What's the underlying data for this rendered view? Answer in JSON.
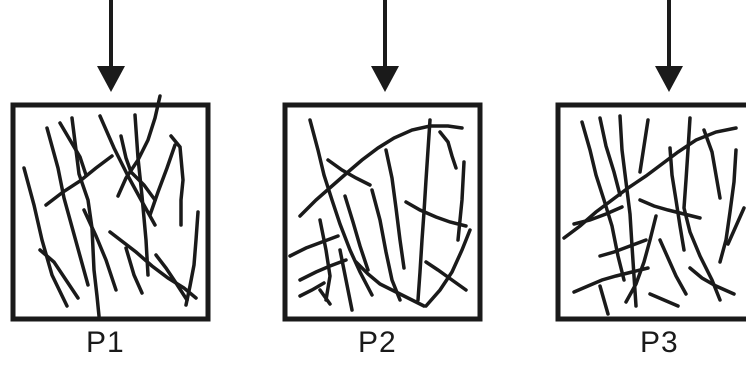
{
  "panels": [
    {
      "label": "P1"
    },
    {
      "label": "P2"
    },
    {
      "label": "P3"
    }
  ],
  "colors": {
    "ink": "#1a1a1a",
    "background": "#ffffff"
  },
  "icons": {
    "arrow": "down-arrow-icon"
  }
}
